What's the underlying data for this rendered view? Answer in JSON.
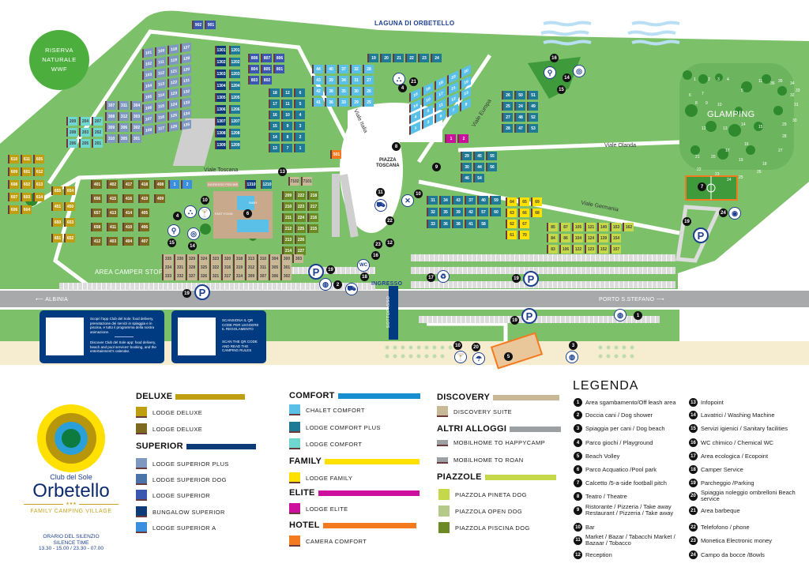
{
  "map": {
    "places": {
      "laguna": "LAGUNA DI ORBETELLO",
      "riserva": [
        "RISERVA",
        "NATURALE",
        "WWF"
      ],
      "piazza": [
        "PIAZZA",
        "TOSCANA"
      ],
      "glamping": "GLAMPING",
      "camper_stop": "AREA CAMPER STOP",
      "ingresso": "INGRESSO",
      "albinia": "ALBINIA",
      "porto": "PORTO S.STEFANO",
      "sottopasso": "SOTTOPASSO"
    },
    "streets": {
      "toscana": "Viale Toscana",
      "italia": "Viale Italia",
      "europa": "Viale Europa",
      "olanda": "Viale Olanda",
      "germania": "Viale Germania"
    },
    "small_labels": {
      "ingresso_piscine": "INGRESSO PISCINE",
      "fast_food": "FAST FOOD",
      "baby": "BABY"
    },
    "lots": [
      {
        "cat": "superior_plus",
        "n": [
          "101",
          "102",
          "103",
          "104",
          "105",
          "106",
          "107",
          "108",
          "109",
          "111",
          "112",
          "113",
          "114",
          "115",
          "116",
          "117",
          "118",
          "119",
          "121",
          "122",
          "123",
          "124",
          "125",
          "126",
          "127",
          "128",
          "120",
          "131",
          "132",
          "133",
          "134",
          "135"
        ]
      },
      {
        "cat": "superior_plus",
        "n": [
          "307",
          "308",
          "309",
          "310",
          "311",
          "312",
          "306",
          "305",
          "304",
          "303",
          "302",
          "301"
        ]
      },
      {
        "cat": "lodge_comfort",
        "n": [
          "209",
          "208",
          "206",
          "204",
          "203",
          "205",
          "207",
          "202",
          "201"
        ]
      },
      {
        "cat": "bungalow",
        "n": [
          "1301",
          "1302",
          "1303",
          "1304",
          "1305",
          "1306",
          "1307",
          "1308",
          "1309"
        ]
      },
      {
        "cat": "comfort_plus",
        "n": [
          "1201",
          "1202",
          "1203",
          "1204",
          "1205",
          "1206",
          "1207",
          "1208",
          "1209"
        ]
      },
      {
        "cat": "superior",
        "n": [
          "808",
          "804",
          "803",
          "807",
          "805",
          "802",
          "806",
          "801"
        ]
      },
      {
        "cat": "comfort_plus",
        "n": [
          "18",
          "17",
          "16",
          "15",
          "14",
          "13",
          "12",
          "11",
          "10",
          "9",
          "8",
          "7",
          "6",
          "5",
          "4",
          "3",
          "2",
          "1"
        ]
      },
      {
        "cat": "chalet",
        "n": [
          "44",
          "43",
          "42",
          "41",
          "40",
          "39",
          "38",
          "36",
          "37",
          "34",
          "35",
          "33",
          "32",
          "31",
          "30",
          "29",
          "28",
          "27",
          "26",
          "25"
        ]
      },
      {
        "cat": "comfort_plus",
        "n": [
          "19",
          "20",
          "21",
          "22",
          "23",
          "24"
        ]
      },
      {
        "cat": "chalet",
        "n": [
          "15",
          "14",
          "4",
          "1",
          "16",
          "10",
          "5",
          "3",
          "18",
          "17",
          "11",
          "6",
          "23",
          "21",
          "12",
          "7",
          "20",
          "19",
          "13",
          "8"
        ]
      },
      {
        "cat": "comfort_plus",
        "n": [
          "26",
          "25",
          "27",
          "28",
          "50",
          "24",
          "48",
          "47",
          "51",
          "49",
          "52",
          "53"
        ]
      },
      {
        "cat": "comfort_plus",
        "n": [
          "29",
          "30",
          "46",
          "45",
          "44",
          "54",
          "55",
          "56"
        ]
      },
      {
        "cat": "comfort_plus",
        "n": [
          "31",
          "32",
          "33",
          "34",
          "35",
          "36",
          "43",
          "39",
          "38",
          "37",
          "42",
          "41",
          "40",
          "57",
          "58",
          "59",
          "60"
        ]
      },
      {
        "cat": "family",
        "n": [
          "64",
          "63",
          "62",
          "61",
          "65",
          "66",
          "67",
          "70",
          "69",
          "68"
        ]
      },
      {
        "cat": "pineta",
        "n": [
          "85",
          "84",
          "83",
          "87",
          "86",
          "106",
          "105",
          "104",
          "122",
          "121",
          "124",
          "123",
          "140",
          "139",
          "152",
          "153",
          "154",
          "157",
          "162"
        ]
      },
      {
        "cat": "deluxe",
        "n": [
          "610",
          "609",
          "608",
          "607",
          "606",
          "611",
          "601",
          "602",
          "603",
          "604",
          "605",
          "612",
          "613",
          "614"
        ]
      },
      {
        "cat": "deluxe2",
        "n": [
          "401",
          "656",
          "657",
          "658",
          "412",
          "402",
          "415",
          "413",
          "411",
          "403",
          "417",
          "416",
          "414",
          "410",
          "404",
          "418",
          "419",
          "405",
          "406",
          "407",
          "408",
          "409"
        ]
      },
      {
        "cat": "deluxe",
        "n": [
          "655",
          "451",
          "650",
          "651",
          "654",
          "450",
          "653",
          "652"
        ]
      },
      {
        "cat": "piscina",
        "n": [
          "209",
          "210",
          "211",
          "212",
          "213",
          "214",
          "222",
          "223",
          "224",
          "225",
          "226",
          "227",
          "218",
          "217",
          "216",
          "215"
        ]
      },
      {
        "cat": "discovery",
        "n": [
          "335",
          "334",
          "333",
          "330",
          "331",
          "332",
          "329",
          "328",
          "327",
          "324",
          "325",
          "326",
          "323",
          "322",
          "321",
          "320",
          "316",
          "317",
          "318",
          "319",
          "314",
          "313",
          "312",
          "309",
          "310",
          "311",
          "307",
          "304",
          "305",
          "306",
          "300",
          "301",
          "302",
          "303"
        ]
      },
      {
        "cat": "superior_a",
        "n": [
          "1",
          "2"
        ]
      },
      {
        "cat": "bungalow",
        "n": [
          "1310"
        ]
      },
      {
        "cat": "comfort_plus",
        "n": [
          "1210"
        ]
      },
      {
        "cat": "discovery",
        "n": [
          "7102",
          "7101"
        ]
      },
      {
        "cat": "superior",
        "n": [
          "902",
          "901"
        ]
      },
      {
        "cat": "camera",
        "n": [
          "501"
        ]
      },
      {
        "cat": "elite",
        "n": [
          "1",
          "2"
        ]
      }
    ],
    "glamping_trees": [
      "1",
      "2",
      "3",
      "4",
      "5",
      "6",
      "7",
      "8",
      "9",
      "10",
      "11",
      "12",
      "13",
      "14",
      "15",
      "16",
      "17",
      "18",
      "19",
      "20",
      "21",
      "22",
      "23",
      "24",
      "25",
      "26",
      "27",
      "28",
      "29",
      "30",
      "31",
      "32",
      "33",
      "34",
      "35",
      "36"
    ],
    "markers": [
      "4",
      "10",
      "15",
      "14",
      "6",
      "13",
      "11",
      "22",
      "12",
      "23",
      "16",
      "19",
      "2",
      "18",
      "19",
      "8",
      "9",
      "10",
      "4",
      "21",
      "16",
      "14",
      "15",
      "7",
      "24",
      "19",
      "17",
      "19",
      "19",
      "1",
      "10",
      "20",
      "5",
      "3"
    ]
  },
  "colors": {
    "deluxe": "#bf9f10",
    "deluxe2": "#7d6a20",
    "superior_plus": "#7f98c0",
    "superior_dog": "#4a73a8",
    "superior": "#3a58b0",
    "bungalow": "#0d3b78",
    "superior_a": "#3a8fdf",
    "chalet": "#5bc0e8",
    "comfort_plus": "#1f7a95",
    "lodge_comfort": "#6fd6d0",
    "family": "#ffe000",
    "elite": "#cc0f9c",
    "camera": "#f47a20",
    "discovery": "#c8b896",
    "mobilhome": "#9aa0a4",
    "pineta": "#c5d84a",
    "open": "#b5c98a",
    "piscina": "#6b8a24",
    "map_green": "#7cc16a",
    "road": "#a7a9ab",
    "navy": "#1d3f8f"
  },
  "qr": {
    "app_it": "Scopri l'app Club del Sole: food delivery, prenotazione dei servizi in spiaggia e in piscina, e tutto il programma della nostra animazione.",
    "app_en": "Discover Club del Sole app: food delivery, beach and pool services' booking, and the entertainment's calendar.",
    "rules_it": "SCANSIONA IL QR CODE PER LEGGERE IL REGOLAMENTO",
    "rules_en": "SCAN THE QR CODE AND READ THE CAMPING RULES"
  },
  "brand": {
    "club": "Club del Sole",
    "name": "Orbetello",
    "stars": "★★★",
    "tagline": "FAMILY CAMPING VILLAGE",
    "silence1": "ORARIO DEL SILENZIO",
    "silence2": "SILENCE TIME",
    "silence3": "13.30 - 15.00 / 23.30 - 07.00"
  },
  "categories": {
    "deluxe": {
      "title": "DELUXE",
      "items": [
        "LODGE DELUXE",
        "LODGE DELUXE"
      ]
    },
    "superior": {
      "title": "SUPERIOR",
      "items": [
        "LODGE SUPERIOR PLUS",
        "LODGE SUPERIOR DOG",
        "LODGE SUPERIOR",
        "BUNGALOW SUPERIOR",
        "LODGE SUPERIOR A"
      ]
    },
    "comfort": {
      "title": "COMFORT",
      "items": [
        "CHALET COMFORT",
        "LODGE COMFORT PLUS",
        "LODGE COMFORT"
      ]
    },
    "family": {
      "title": "FAMILY",
      "items": [
        "LODGE FAMILY"
      ]
    },
    "elite": {
      "title": "ELITE",
      "items": [
        "LODGE ELITE"
      ]
    },
    "hotel": {
      "title": "HOTEL",
      "items": [
        "CAMERA COMFORT"
      ]
    },
    "discovery": {
      "title": "DISCOVERY",
      "items": [
        "DISCOVERY SUITE"
      ]
    },
    "altri": {
      "title": "ALTRI ALLOGGI",
      "items": [
        "MOBILHOME TO HAPPYCAMP",
        "MOBILHOME TO ROAN"
      ]
    },
    "piazzole": {
      "title": "PIAZZOLE",
      "items": [
        "PIAZZOLA PINETA DOG",
        "PIAZZOLA OPEN DOG",
        "PIAZZOLA PISCINA DOG"
      ]
    }
  },
  "legenda": {
    "title": "LEGENDA",
    "items": [
      {
        "n": "1",
        "t": "Area sgambamento/Off leash area"
      },
      {
        "n": "2",
        "t": "Doccia cani / Dog shower"
      },
      {
        "n": "3",
        "t": "Spiaggia per cani / Dog beach"
      },
      {
        "n": "4",
        "t": "Parco giochi / Playground"
      },
      {
        "n": "5",
        "t": "Beach Volley"
      },
      {
        "n": "6",
        "t": "Parco Acquatico /Pool park"
      },
      {
        "n": "7",
        "t": "Calcetto /5-a-side football pitch"
      },
      {
        "n": "8",
        "t": "Teatro / Theatre"
      },
      {
        "n": "9",
        "t": "Ristorante / Pizzeria / Take away Restaurant / Pizzeria / Take away"
      },
      {
        "n": "10",
        "t": "Bar"
      },
      {
        "n": "11",
        "t": "Market / Bazar / Tabacchi Market / Bazaar / Tobacco"
      },
      {
        "n": "12",
        "t": "Reception"
      },
      {
        "n": "13",
        "t": "Infopoint"
      },
      {
        "n": "14",
        "t": "Lavatrici / Washing Machine"
      },
      {
        "n": "15",
        "t": "Servizi igienici / Sanitary facilities"
      },
      {
        "n": "16",
        "t": "WC chimico / Chemical WC"
      },
      {
        "n": "17",
        "t": "Area ecologica / Ecopoint"
      },
      {
        "n": "18",
        "t": "Camper Service"
      },
      {
        "n": "19",
        "t": "Parcheggio /Parking"
      },
      {
        "n": "20",
        "t": "Spiaggia noleggio ombrelloni Beach service"
      },
      {
        "n": "21",
        "t": "Area barbeque"
      },
      {
        "n": "22",
        "t": "Telefofono / phone"
      },
      {
        "n": "23",
        "t": "Monetica Electronic money"
      },
      {
        "n": "24",
        "t": "Campo da bocce /Bowls"
      }
    ]
  }
}
